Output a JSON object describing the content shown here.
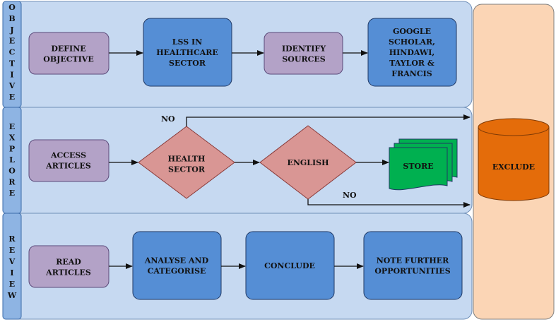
{
  "sections": {
    "objective": {
      "label": "OBJECTIVE"
    },
    "explore": {
      "label": "EXPLORE"
    },
    "review": {
      "label": "REVIEW"
    }
  },
  "nodes": {
    "define_objective": "DEFINE\nOBJECTIVE",
    "lss_healthcare": "LSS IN\nHEALTHCARE\nSECTOR",
    "identify_sources": "IDENTIFY\nSOURCES",
    "sources_list": "GOOGLE\nSCHOLAR,\nHINDAWI,\nTAYLOR &\nFRANCIS",
    "access_articles": "ACCESS\nARTICLES",
    "health_sector": "HEALTH\nSECTOR",
    "english": "ENGLISH",
    "store": "STORE",
    "read_articles": "READ\nARTICLES",
    "analyse_categorise": "ANALYSE AND\nCATEGORISE",
    "conclude": "CONCLUDE",
    "note_opportunities": "NOTE FURTHER\nOPPORTUNITIES",
    "exclude": "EXCLUDE"
  },
  "edges": {
    "no_top": "NO",
    "no_bottom": "NO"
  },
  "colors": {
    "panel_fill": "#c6d9f1",
    "side_tab_fill": "#8eb4e3",
    "process_purple": "#b3a2c7",
    "process_blue": "#558ed5",
    "decision_fill": "#d99694",
    "store_fill": "#00b050",
    "exclude_panel": "#fbd5b5",
    "database_fill": "#e46c0a",
    "stroke": "#1f3864"
  }
}
